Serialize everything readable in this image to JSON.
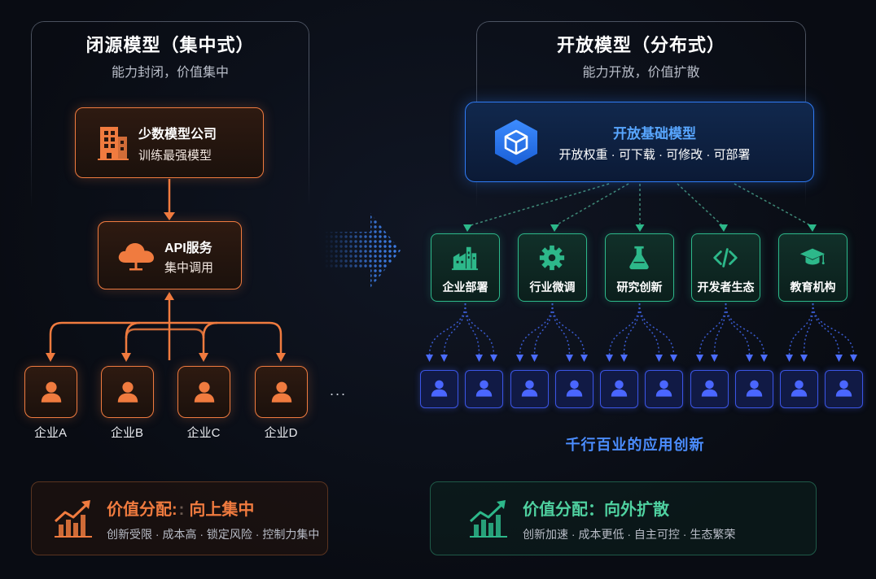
{
  "closed": {
    "title": "闭源模型（集中式）",
    "subtitle": "能力封闭，价值集中",
    "provider": {
      "icon": "building-icon",
      "title": "少数模型公司",
      "subtitle": "训练最强模型"
    },
    "api": {
      "icon": "cloud-icon",
      "title": "API服务",
      "subtitle": "集中调用"
    },
    "enterprises": [
      {
        "icon": "person-icon",
        "label": "企业A"
      },
      {
        "icon": "person-icon",
        "label": "企业B"
      },
      {
        "icon": "person-icon",
        "label": "企业C"
      },
      {
        "icon": "person-icon",
        "label": "企业D"
      }
    ],
    "more": "...",
    "value": {
      "icon": "chart-up-icon",
      "label": "价值分配:",
      "mark": ":",
      "direction": "向上集中",
      "points": "创新受限 · 成本高 · 锁定风险 · 控制力集中"
    }
  },
  "transition_icon": "arrow-right-icon",
  "open": {
    "title": "开放模型（分布式）",
    "subtitle": "能力开放，价值扩散",
    "foundation": {
      "icon": "cube-icon",
      "title": "开放基础模型",
      "subtitle": "开放权重 · 可下载 · 可修改 · 可部署"
    },
    "channels": [
      {
        "icon": "factory-icon",
        "label": "企业部署"
      },
      {
        "icon": "gear-icon",
        "label": "行业微调"
      },
      {
        "icon": "flask-icon",
        "label": "研究创新"
      },
      {
        "icon": "code-icon",
        "label": "开发者生态"
      },
      {
        "icon": "graduation-cap-icon",
        "label": "教育机构"
      }
    ],
    "user_icon": "person-icon",
    "caption": "千行百业的应用创新",
    "value": {
      "icon": "chart-up-icon",
      "label": "价值分配：",
      "direction": "向外扩散",
      "points": "创新加速 · 成本更低 · 自主可控 · 生态繁荣"
    }
  },
  "colors": {
    "background": "#090c13",
    "closed_orange": "#f07b3f",
    "open_blue": "#2f7bf5",
    "open_green": "#2db88a",
    "user_blue": "#4a66ff",
    "caption_blue": "#4b8dff"
  }
}
